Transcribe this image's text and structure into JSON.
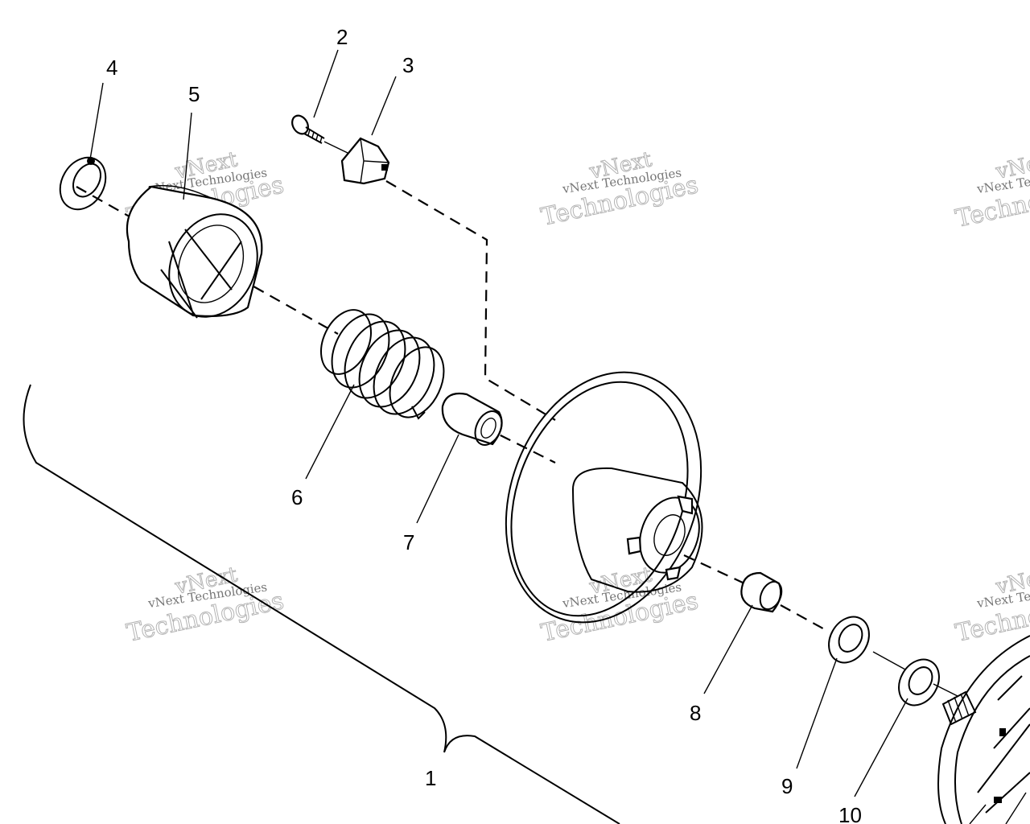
{
  "callouts": [
    {
      "id": "1",
      "label": "1"
    },
    {
      "id": "2",
      "label": "2"
    },
    {
      "id": "3",
      "label": "3"
    },
    {
      "id": "4",
      "label": "4"
    },
    {
      "id": "5",
      "label": "5"
    },
    {
      "id": "6",
      "label": "6"
    },
    {
      "id": "7",
      "label": "7"
    },
    {
      "id": "8",
      "label": "8"
    },
    {
      "id": "9",
      "label": "9"
    },
    {
      "id": "10",
      "label": "10"
    }
  ],
  "watermark": {
    "line1": "vNext Technologies",
    "line2": "vNext",
    "line3": "Technologies"
  }
}
